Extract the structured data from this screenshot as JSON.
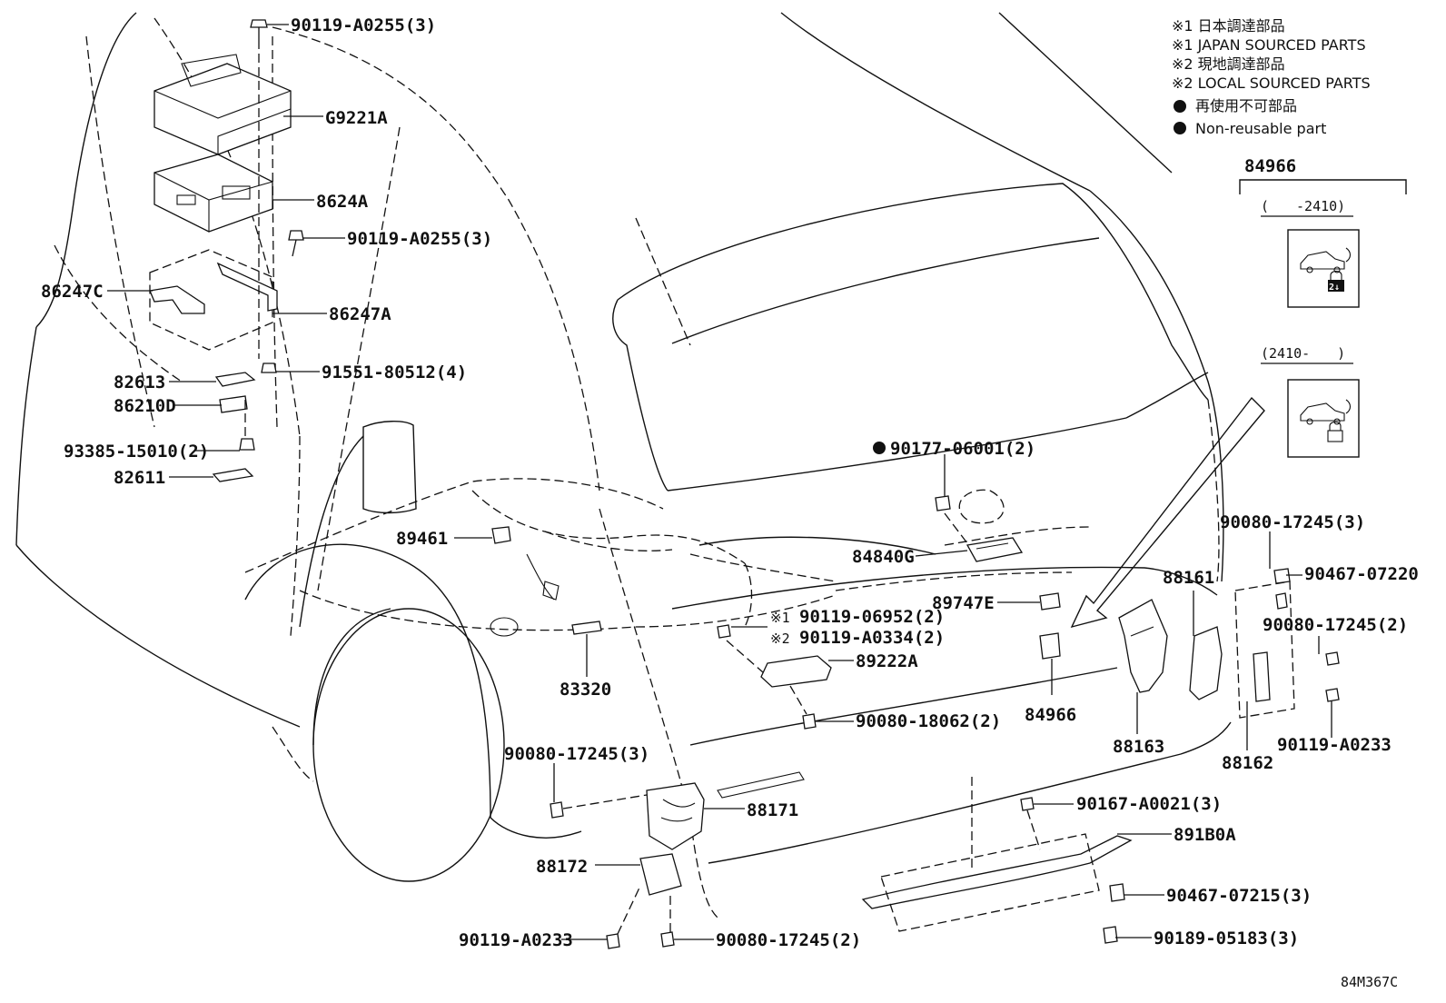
{
  "legend": {
    "line1": "※1 日本調達部品",
    "line2": "※1 JAPAN SOURCED PARTS",
    "line3": "※2 現地調達部品",
    "line4": "※2 LOCAL SOURCED PARTS",
    "line5": "再使用不可部品",
    "line6": "Non-reusable part"
  },
  "variant_box": {
    "title": "84966",
    "range_a": "(　　-2410)",
    "range_b": "(2410-　　)",
    "icon_badge": "2↓"
  },
  "labels": {
    "p_90119_A0255_top": "90119-A0255(3)",
    "p_G9221A": "G9221A",
    "p_8624A": "8624A",
    "p_90119_A0255_mid": "90119-A0255(3)",
    "p_86247C": "86247C",
    "p_86247A": "86247A",
    "p_91551": "91551-80512(4)",
    "p_82613": "82613",
    "p_86210D": "86210D",
    "p_93385": "93385-15010(2)",
    "p_82611": "82611",
    "p_90177": "90177-06001(2)",
    "p_89461": "89461",
    "p_84840G": "84840G",
    "p_89747E": "89747E",
    "p_90119_06952": "90119-06952(2)",
    "p_90119_A0334": "90119-A0334(2)",
    "p_89222A": "89222A",
    "p_83320": "83320",
    "p_90080_18062": "90080-18062(2)",
    "p_84966": "84966",
    "p_88161": "88161",
    "p_88163": "88163",
    "p_88162": "88162",
    "p_90080_17245_r1": "90080-17245(3)",
    "p_90467_07220": "90467-07220",
    "p_90080_17245_r2": "90080-17245(2)",
    "p_90119_A0233_r": "90119-A0233",
    "p_90080_17245_b1": "90080-17245(3)",
    "p_88171": "88171",
    "p_88172": "88172",
    "p_90119_A0233_b": "90119-A0233",
    "p_90080_17245_b2": "90080-17245(2)",
    "p_90167": "90167-A0021(3)",
    "p_891B0A": "891B0A",
    "p_90467_07215": "90467-07215(3)",
    "p_90189": "90189-05183(3)",
    "mark1": "※1",
    "mark2": "※2"
  },
  "diagram_code": "84M367C"
}
